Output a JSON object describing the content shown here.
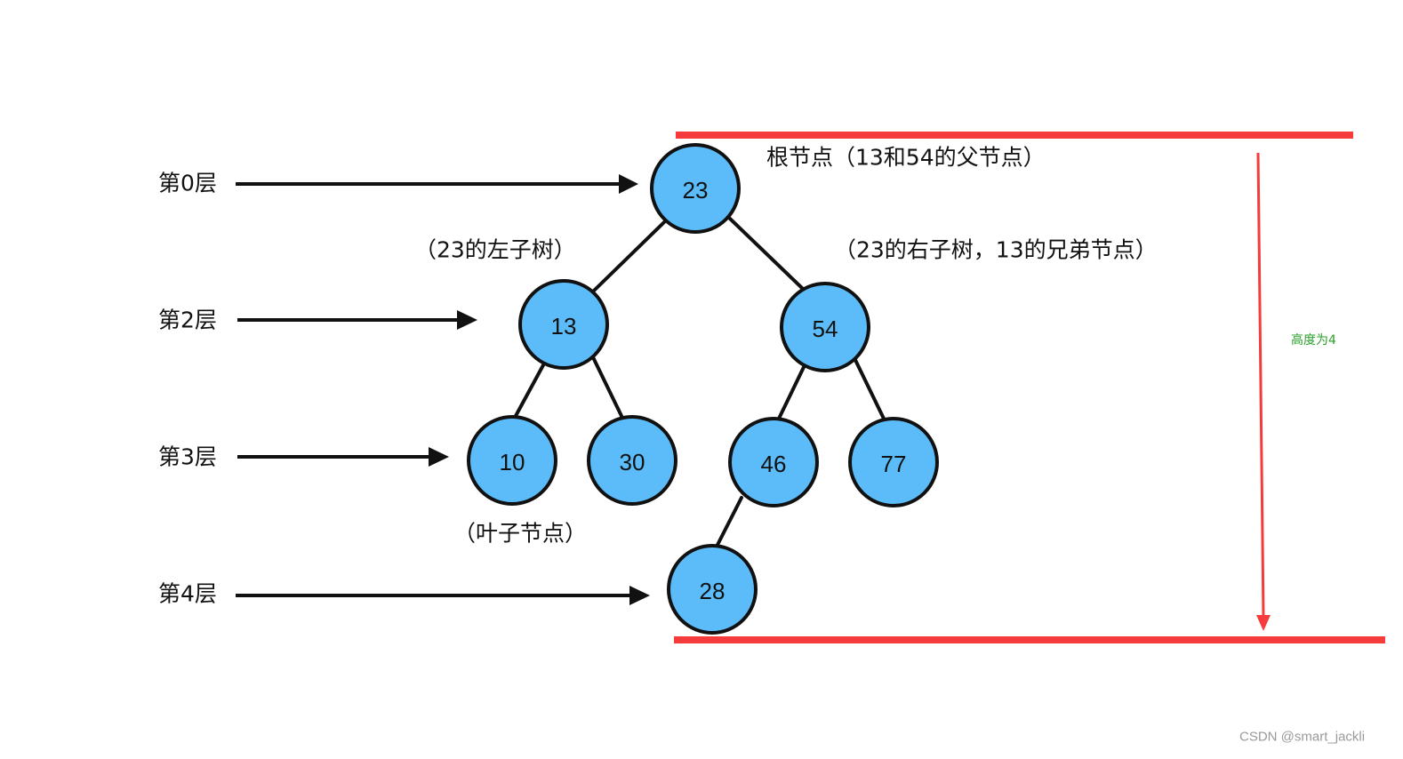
{
  "levels": {
    "level0": "第0层",
    "level2": "第2层",
    "level3": "第3层",
    "level4": "第4层"
  },
  "nodes": {
    "n23": "23",
    "n13": "13",
    "n54": "54",
    "n10": "10",
    "n30": "30",
    "n46": "46",
    "n77": "77",
    "n28": "28"
  },
  "annotations": {
    "root": "根节点（13和54的父节点）",
    "left_subtree": "（23的左子树）",
    "right_subtree": "（23的右子树，13的兄弟节点）",
    "leaf": "（叶子节点）"
  },
  "height_label": "高度为4",
  "watermark": "CSDN @smart_jackli",
  "colors": {
    "node_fill": "#5bbcf9",
    "node_stroke": "#111111",
    "height_bar": "#f53b3b",
    "height_label": "#2aa02a"
  }
}
